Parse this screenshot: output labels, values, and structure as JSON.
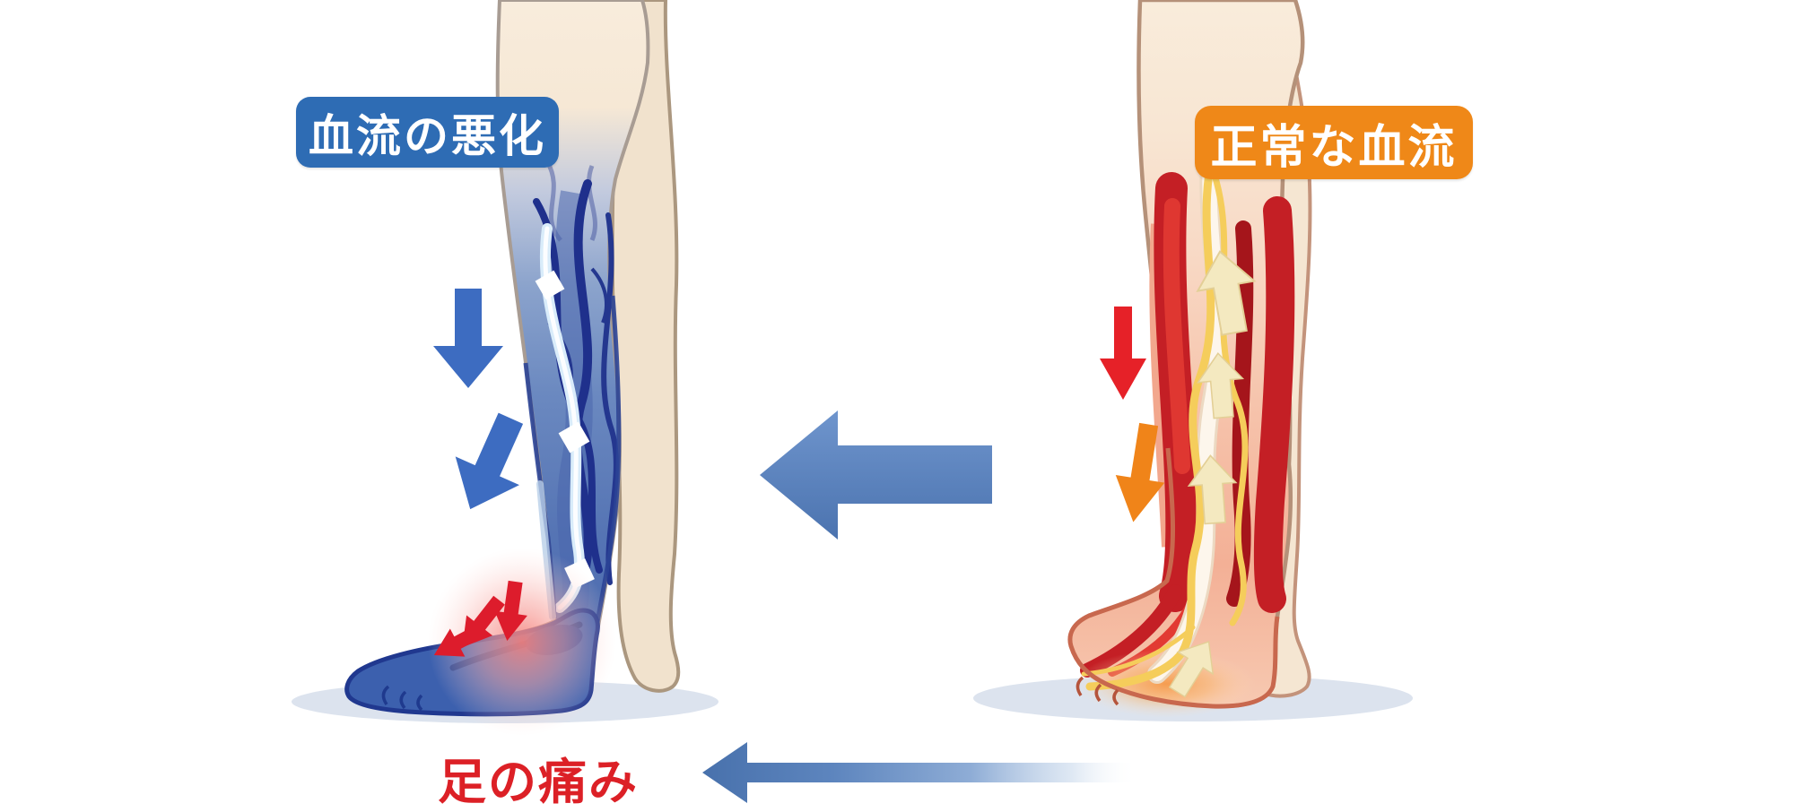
{
  "labels": {
    "left_badge": "血流の悪化",
    "right_badge": "正常な血流",
    "pain_text": "足の痛み"
  },
  "colors": {
    "left_badge_bg": "#2e6cb4",
    "right_badge_bg": "#ef8818",
    "badge_text": "#ffffff",
    "pain_text_color": "#dc2026",
    "big_arrow_blue": "#5b84c4",
    "down_arrow_blue": "#3d6cc1",
    "down_arrow_red": "#e62128",
    "down_arrow_orange": "#f08419",
    "skin": "#f8ecdc",
    "back_leg_skin": "#f1e2cd",
    "poor_leg_blue": "#5f7fba",
    "poor_foot_blue": "#3c60ae",
    "vein_navy": "#1f308c",
    "stagnant_vessel_light_blue": "#d9ecfa",
    "flow_marker_white": "#ffffff",
    "muscle_red": "#c41f25",
    "muscle_bright_red": "#e23a33",
    "vessel_yellow": "#f5cd5b",
    "flow_arrow_cream": "#f4e9c0",
    "pain_spark_red": "#dd1c2c",
    "pain_glow_pink": "#f5827d",
    "warm_glow_orange": "#f5953f",
    "ground_shadow": "#dce3ee"
  },
  "icons": {
    "big_left_arrow": "large solid blue arrow pointing left between the two legs",
    "fade_left_arrow": "bottom blue arrow pointing left, fading to white on the right",
    "down_arrow_blue_1": "blue downward arrow beside poor-flow leg",
    "down_arrow_blue_2": "blue slanted downward arrow beside poor-flow leg",
    "down_arrow_red": "red downward arrow beside normal-flow leg",
    "down_arrow_orange": "orange slanted downward arrow beside normal-flow leg",
    "flow_marker_diamond": "white diamond markers on the stagnant vein",
    "flow_arrow_up_cream": "cream upward arrows showing normal flow",
    "pain_sparks": "three red impact arrows at the aching ankle"
  }
}
